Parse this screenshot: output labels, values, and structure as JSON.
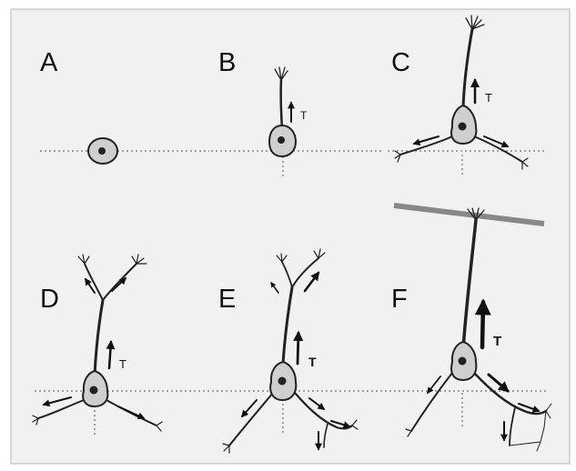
{
  "panels": [
    {
      "letter": "A"
    },
    {
      "letter": "B",
      "t_label": "T"
    },
    {
      "letter": "C",
      "t_label": "T"
    },
    {
      "letter": "D",
      "t_label": "T"
    },
    {
      "letter": "E",
      "t_label": "T"
    },
    {
      "letter": "F",
      "t_label": "T"
    }
  ],
  "colors": {
    "background": "#f1f1f1",
    "soma_fill": "#cfcfcf",
    "ink": "#222222",
    "bar": "#888888"
  }
}
